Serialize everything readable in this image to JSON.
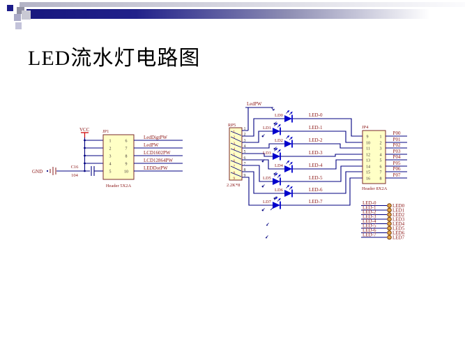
{
  "title": "LED流水灯电路图",
  "colors": {
    "accent_navy": "#1c1c8a",
    "wire_navy": "#000080",
    "label_maroon": "#8a1515",
    "component_fill": "#ffffc6",
    "component_border": "#7a2a2a",
    "led_blue": "#0000cc",
    "pad_fill": "#e2aa45",
    "vcc_red": "#cc0000"
  },
  "jp1": {
    "ref": "JP1",
    "type": "Header 5X2A",
    "vcc": "VCC",
    "gnd": "GND",
    "cap_ref": "C16",
    "cap_value": "104",
    "left_pins": [
      "1",
      "2",
      "3",
      "4",
      "5"
    ],
    "right_pins": [
      "6",
      "7",
      "8",
      "9",
      "10"
    ],
    "outputs": [
      "LedDigtPW",
      "LedPW",
      "LCD1602PW",
      "LCD12864PW",
      "LEDDotPW"
    ]
  },
  "rp5": {
    "ref": "RP5",
    "value": "2.2K*8",
    "power_net": "LedPW",
    "pins": [
      "1",
      "2",
      "3",
      "4",
      "5",
      "6",
      "7",
      "8",
      "9"
    ]
  },
  "leds": [
    {
      "ref": "LD0",
      "net": "LED-0"
    },
    {
      "ref": "LD1",
      "net": "LED-1"
    },
    {
      "ref": "LD2",
      "net": "LED-2"
    },
    {
      "ref": "LD3",
      "net": "LED-3"
    },
    {
      "ref": "LD4",
      "net": "LED-4"
    },
    {
      "ref": "LD5",
      "net": "LED-5"
    },
    {
      "ref": "LD6",
      "net": "LED-6"
    },
    {
      "ref": "LD7",
      "net": "LED-7"
    }
  ],
  "jp4": {
    "ref": "JP4",
    "type": "Header 8X2A",
    "left_pins": [
      "9",
      "10",
      "11",
      "12",
      "13",
      "14",
      "15",
      "16"
    ],
    "right_pins": [
      "1",
      "2",
      "3",
      "4",
      "5",
      "6",
      "7",
      "8"
    ],
    "ports": [
      "P00",
      "P01",
      "P02",
      "P03",
      "P04",
      "P05",
      "P06",
      "P07"
    ]
  },
  "pads": [
    {
      "net": "LED-0",
      "pad": "LED0"
    },
    {
      "net": "LED-1",
      "pad": "LED1"
    },
    {
      "net": "LED-2",
      "pad": "LED2"
    },
    {
      "net": "LED-3",
      "pad": "LED3"
    },
    {
      "net": "LED-4",
      "pad": "LED4"
    },
    {
      "net": "LED-5",
      "pad": "LED5"
    },
    {
      "net": "LED-6",
      "pad": "LED6"
    },
    {
      "net": "LED-7",
      "pad": "LED7"
    }
  ]
}
